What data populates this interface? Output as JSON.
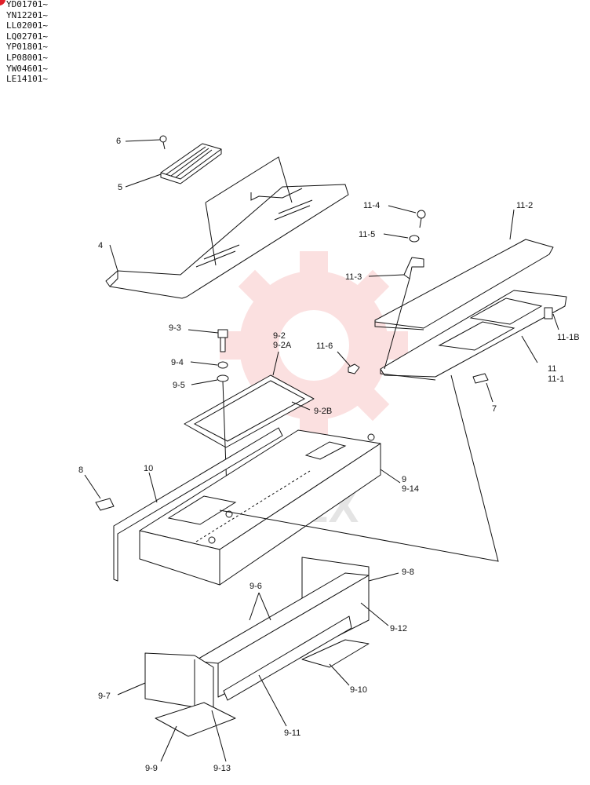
{
  "serial_numbers": [
    "YD01701~",
    "YN12201~",
    "LL02001~",
    "LQ02701~",
    "YP01801~",
    "LP08001~",
    "YW04601~",
    "LE14101~"
  ],
  "watermark": {
    "text": "MITEX",
    "color": "#f4a7a7"
  },
  "badge_color": "#e0202a",
  "callouts": {
    "c6": "6",
    "c5": "5",
    "c4": "4",
    "c11_4": "11-4",
    "c11_5": "11-5",
    "c11_3": "11-3",
    "c11_2": "11-2",
    "c11_1B": "11-1B",
    "c11": "11",
    "c11_1": "11-1",
    "c7": "7",
    "c11_6": "11-6",
    "c9_3": "9-3",
    "c9_2": "9-2",
    "c9_2A": "9-2A",
    "c9_4": "9-4",
    "c9_5": "9-5",
    "c9_2B": "9-2B",
    "c8": "8",
    "c10": "10",
    "c9": "9",
    "c9_14": "9-14",
    "c9_8": "9-8",
    "c9_6": "9-6",
    "c9_12": "9-12",
    "c9_7": "9-7",
    "c9_10": "9-10",
    "c9_11": "9-11",
    "c9_9": "9-9",
    "c9_13": "9-13"
  }
}
